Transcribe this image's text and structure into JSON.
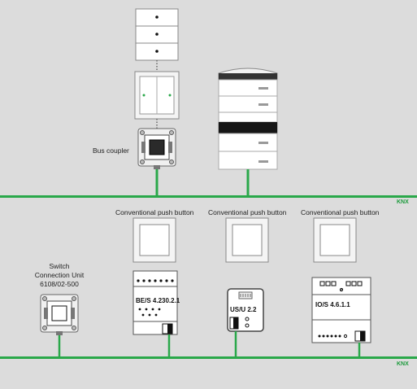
{
  "colors": {
    "background": "#dcdcdc",
    "knx_line": "#2aa84a",
    "device_fill": "#ffffff",
    "device_stroke": "#555555"
  },
  "labels": {
    "bus_coupler": "Bus coupler",
    "knx_top": "KNX",
    "knx_bottom": "KNX",
    "push_button_1": "Conventional push button",
    "push_button_2": "Conventional push button",
    "push_button_3": "Conventional push button",
    "switch_unit_line1": "Switch",
    "switch_unit_line2": "Connection Unit",
    "switch_unit_line3": "6108/02-500",
    "device_bes": "BE/S 4.230.2.1",
    "device_usu": "US/U 2.2",
    "device_ios": "IO/S 4.6.1.1"
  }
}
